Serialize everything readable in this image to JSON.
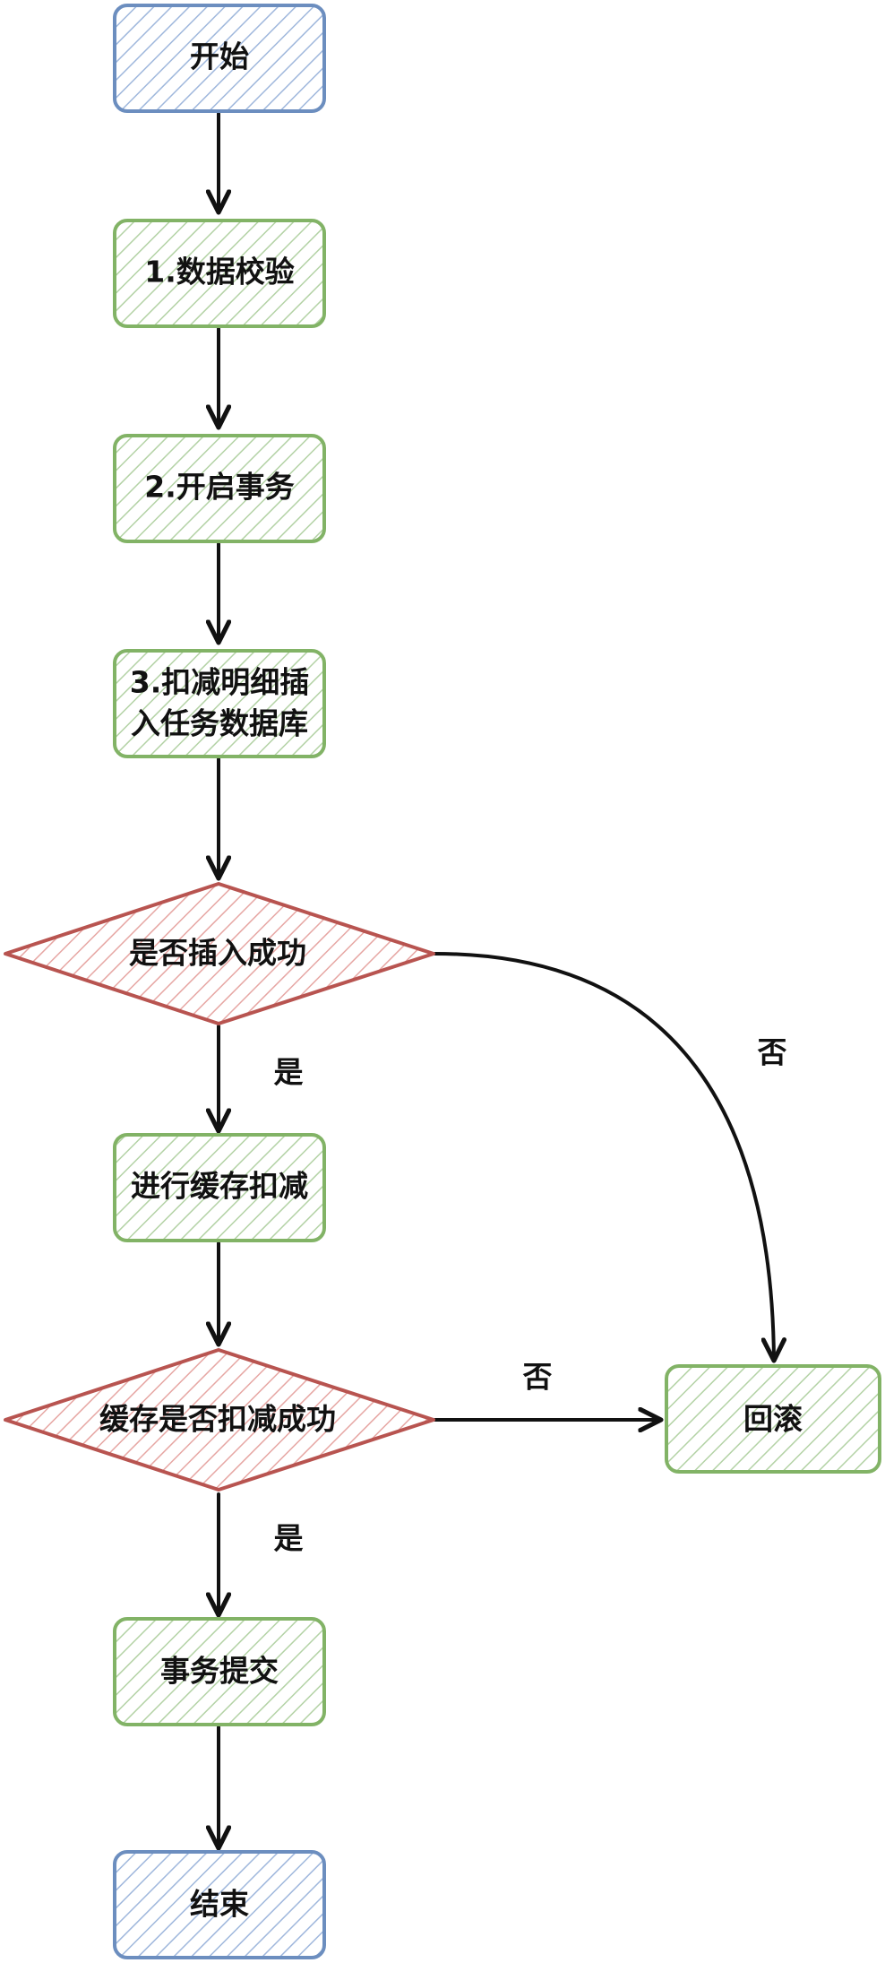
{
  "diagram": {
    "nodes": {
      "start": {
        "label": "开始",
        "color": "#6c8ebf"
      },
      "validate": {
        "label": "1.数据校验",
        "color": "#82b366"
      },
      "begin_tx": {
        "label": "2.开启事务",
        "color": "#82b366"
      },
      "insert": {
        "lines": [
          "3.扣减明细插",
          "入任务数据库"
        ],
        "color": "#82b366"
      },
      "insert_ok": {
        "label": "是否插入成功",
        "color": "#b85450"
      },
      "cache_deduct": {
        "label": "进行缓存扣减",
        "color": "#82b366"
      },
      "cache_ok": {
        "label": "缓存是否扣减成功",
        "color": "#b85450"
      },
      "rollback": {
        "label": "回滚",
        "color": "#82b366"
      },
      "commit": {
        "label": "事务提交",
        "color": "#82b366"
      },
      "end": {
        "label": "结束",
        "color": "#6c8ebf"
      }
    },
    "edges": {
      "insert_yes": "是",
      "insert_no": "否",
      "cache_yes": "是",
      "cache_no": "否"
    },
    "colors": {
      "blue_border": "#6c8ebf",
      "blue_fill": "#dae8fc",
      "green_border": "#82b366",
      "green_fill": "#d5e8d4",
      "red_border": "#b85450",
      "red_fill": "#f8cecc",
      "line": "#111111"
    }
  }
}
